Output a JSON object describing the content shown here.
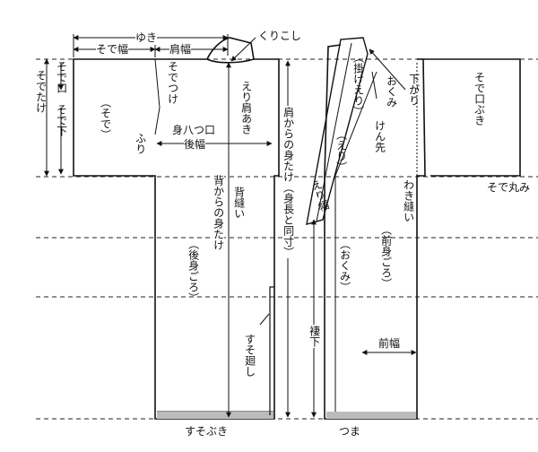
{
  "labels": {
    "yuki": "ゆき",
    "sodehaba": "そで幅",
    "katahaba": "肩幅",
    "kurikoshi": "くりこし",
    "sodetsuke": "そでつけ",
    "sodetake": "そでたけ",
    "sodeguchi": "そで口",
    "sodeshita": "そで下",
    "sode_paren": "（そで）",
    "furi": "ふり",
    "miyatsuguchi": "身八つ口",
    "ushirohaba": "後幅",
    "erikataaki": "えり肩あき",
    "senui": "背縫い",
    "se_mitake": "背からの身たけ",
    "ushiromigoro": "（後身ごろ）",
    "kata_mitake": "肩からの身たけ（身長と同寸）",
    "susomawashi": "すそ廻し",
    "susobuki": "すそぶき",
    "kakeeri": "（掛けえり）",
    "eri_paren": "（えり）",
    "erihaba": "えり幅",
    "okumisagari": "おくみ",
    "sagari": "下がり",
    "kensaki": "けん先",
    "sodeguchibuki": "そで口ぶき",
    "wakinui": "わき縫い",
    "sodemarumi": "そで丸み",
    "maemigoro": "（前身ごろ）",
    "okumi_paren": "（おくみ）",
    "tsumashita": "褄下",
    "maehaba": "前幅",
    "tsuma": "つま"
  }
}
